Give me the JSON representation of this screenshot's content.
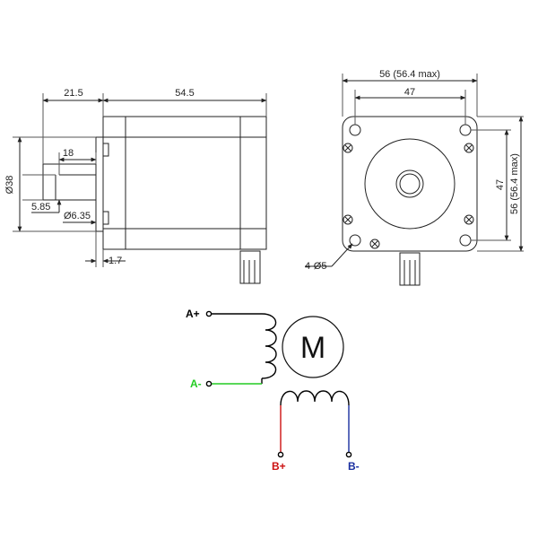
{
  "side_view": {
    "dims": {
      "flange_to_shaft_len": "21.5",
      "body_len": "54.5",
      "flat_len": "18",
      "boss_dia": "Ø38",
      "flat_depth": "5.85",
      "shaft_dia": "Ø6.35",
      "flange_thk": "1.7"
    }
  },
  "front_view": {
    "dims": {
      "width_overall": "56 (56.4 max)",
      "hole_spacing_h": "47",
      "hole_spacing_v": "47",
      "height_overall": "56 (56.4 max)",
      "mount_holes": "4-Ø5"
    }
  },
  "schematic": {
    "motor_letter": "M",
    "pins": {
      "a_plus": "A+",
      "a_minus": "A-",
      "b_plus": "B+",
      "b_minus": "B-"
    },
    "colors": {
      "a_plus": "#000000",
      "a_minus": "#22cc22",
      "b_plus": "#cc1111",
      "b_minus": "#1a2fa0"
    }
  }
}
